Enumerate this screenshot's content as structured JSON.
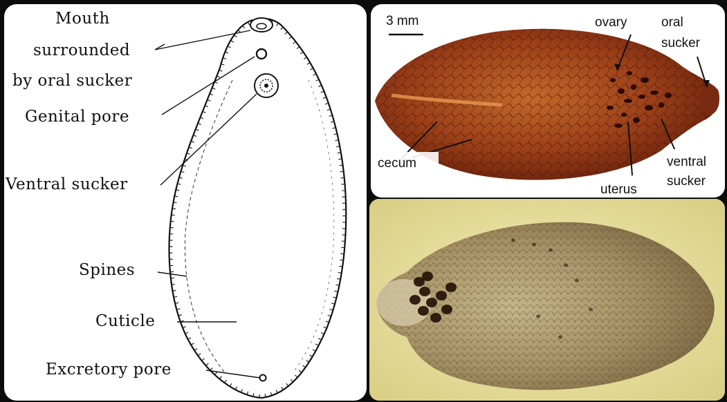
{
  "diagram_labels": {
    "mouth_line1": "Mouth",
    "mouth_line2": "surrounded",
    "mouth_line3": "by oral sucker",
    "genital_pore": "Genital pore",
    "ventral_sucker": "Ventral sucker",
    "spines": "Spines",
    "cuticle": "Cuticle",
    "excretory_pore": "Excretory pore"
  },
  "photo_labels": {
    "scale": "3 mm",
    "ovary": "ovary",
    "oral_sucker_line1": "oral",
    "oral_sucker_line2": "sucker",
    "cecum": "cecum",
    "ventral_sucker_line1": "ventral",
    "ventral_sucker_line2": "sucker",
    "uterus": "uterus"
  },
  "colors": {
    "background": "#0c0c0c",
    "specimen_red": "#8a2e12",
    "specimen_yellow_bg": "#efe8a6"
  }
}
